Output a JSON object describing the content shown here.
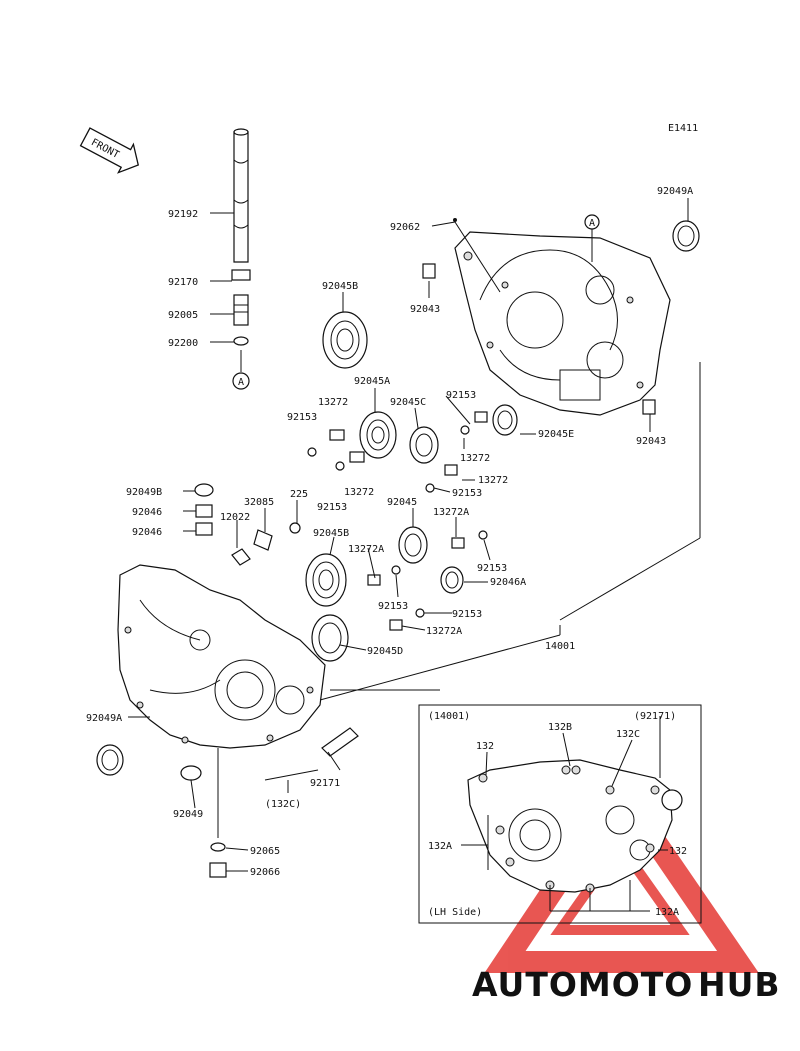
{
  "diagram": {
    "code": "E1411",
    "front_label": "FRONT",
    "inset": {
      "title": "(14001)",
      "right_title": "(92171)",
      "side": "(LH Side)"
    },
    "labels": [
      {
        "id": "l1",
        "text": "92192"
      },
      {
        "id": "l2",
        "text": "92170"
      },
      {
        "id": "l3",
        "text": "92005"
      },
      {
        "id": "l4",
        "text": "92200"
      },
      {
        "id": "l5",
        "text": "A"
      },
      {
        "id": "l6",
        "text": "92062"
      },
      {
        "id": "l7",
        "text": "A"
      },
      {
        "id": "l8",
        "text": "92049A"
      },
      {
        "id": "l9",
        "text": "92043"
      },
      {
        "id": "l10",
        "text": "92045B"
      },
      {
        "id": "l11",
        "text": "92045A"
      },
      {
        "id": "l12",
        "text": "13272"
      },
      {
        "id": "l13",
        "text": "92153"
      },
      {
        "id": "l14",
        "text": "92045C"
      },
      {
        "id": "l15",
        "text": "92153"
      },
      {
        "id": "l16",
        "text": "92045E"
      },
      {
        "id": "l17",
        "text": "92043"
      },
      {
        "id": "l18",
        "text": "13272"
      },
      {
        "id": "l19",
        "text": "13272"
      },
      {
        "id": "l20",
        "text": "13272"
      },
      {
        "id": "l21",
        "text": "92153"
      },
      {
        "id": "l22",
        "text": "92153"
      },
      {
        "id": "l23",
        "text": "92049B"
      },
      {
        "id": "l24",
        "text": "32085"
      },
      {
        "id": "l25",
        "text": "225"
      },
      {
        "id": "l26",
        "text": "92046"
      },
      {
        "id": "l27",
        "text": "12022"
      },
      {
        "id": "l28",
        "text": "92046"
      },
      {
        "id": "l29",
        "text": "92045B"
      },
      {
        "id": "l30",
        "text": "92045"
      },
      {
        "id": "l31",
        "text": "13272A"
      },
      {
        "id": "l32",
        "text": "13272A"
      },
      {
        "id": "l33",
        "text": "92153"
      },
      {
        "id": "l34",
        "text": "92046A"
      },
      {
        "id": "l35",
        "text": "92153"
      },
      {
        "id": "l36",
        "text": "92153"
      },
      {
        "id": "l37",
        "text": "13272A"
      },
      {
        "id": "l38",
        "text": "14001"
      },
      {
        "id": "l39",
        "text": "92045D"
      },
      {
        "id": "l40",
        "text": "92049A"
      },
      {
        "id": "l41",
        "text": "92171"
      },
      {
        "id": "l42",
        "text": "(132C)"
      },
      {
        "id": "l43",
        "text": "92049"
      },
      {
        "id": "l44",
        "text": "92065"
      },
      {
        "id": "l45",
        "text": "92066"
      },
      {
        "id": "l46",
        "text": "132"
      },
      {
        "id": "l47",
        "text": "132B"
      },
      {
        "id": "l48",
        "text": "132C"
      },
      {
        "id": "l49",
        "text": "132A"
      },
      {
        "id": "l50",
        "text": "132"
      },
      {
        "id": "l51",
        "text": "132A"
      }
    ]
  },
  "watermark": {
    "part1": "AUTOMOTO",
    "part2": "HUB",
    "color1": "#f2a23a",
    "color2": "#666666",
    "triangle_color": "#e53935"
  }
}
